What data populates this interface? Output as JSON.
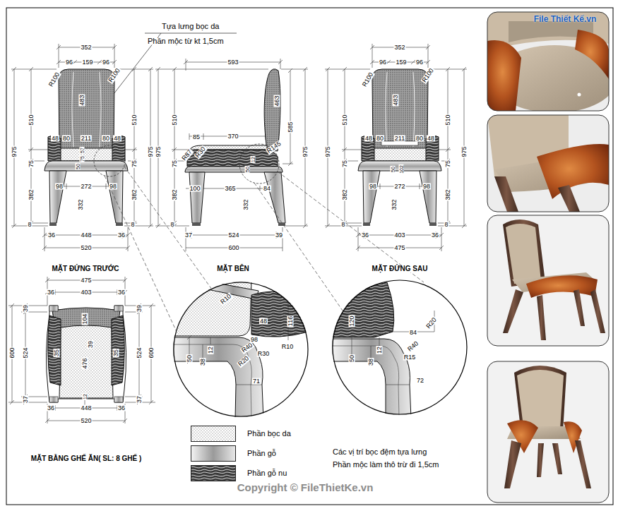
{
  "diagram": {
    "nodes": [
      {
        "text": [
          "R10",
          "48",
          "116",
          "98",
          "R40",
          "R10",
          "R30",
          "R20",
          "50",
          "38",
          "12",
          "71"
        ]
      },
      {
        "text": [
          "120",
          "84",
          "R20",
          "50",
          "38",
          "12",
          "R40",
          "R15",
          "72"
        ]
      }
    ],
    "labels": [
      "Tựa lưng bọc da",
      "Phần mộc từ kt 1,5cm",
      "352",
      "96",
      "159",
      "96",
      "R100",
      "R100",
      "483",
      "510",
      "510",
      "975",
      "975",
      "48",
      "80",
      "211",
      "80",
      "48",
      "75",
      "75",
      "57",
      "75",
      "50",
      "98",
      "272",
      "98",
      "382",
      "382",
      "332",
      "8",
      "8",
      "36",
      "448",
      "36",
      "520",
      "593",
      "463",
      "510",
      "585",
      "975",
      "975",
      "85",
      "370",
      "R145",
      "R87",
      "R30",
      "75",
      "12",
      "50",
      "100",
      "365",
      "84",
      "382",
      "332",
      "8",
      "37",
      "524",
      "39",
      "600",
      "352",
      "96",
      "159",
      "96",
      "R100",
      "R100",
      "483",
      "510",
      "510",
      "975",
      "975",
      "48",
      "80",
      "211",
      "80",
      "48",
      "75",
      "75",
      "50",
      "102",
      "98",
      "272",
      "98",
      "382",
      "382",
      "332",
      "8",
      "8",
      "36",
      "403",
      "36",
      "475",
      "MẶT ĐỨNG TRƯỚC",
      "MẶT BÊN",
      "MẶT ĐỨNG SAU",
      "475",
      "36",
      "403",
      "36",
      "39",
      "39",
      "104",
      "600",
      "524",
      "35",
      "39",
      "476",
      "35",
      "524",
      "600",
      "12",
      "37",
      "37",
      "36",
      "448",
      "36",
      "520",
      "MẶT BẰNG GHẾ ĂN( SL: 8 GHẾ )",
      "Các vị trí bọc đệm tựa lưng",
      "Phần mộc làm thô trừ đi 1,5cm",
      "Copyright © FileThietKe.vn",
      "File Thiết Kế.vn"
    ],
    "legend": [
      {
        "text": "Phần bọc da"
      },
      {
        "text": "Phần gỗ"
      },
      {
        "text": "Phần gỗ nu"
      }
    ]
  }
}
